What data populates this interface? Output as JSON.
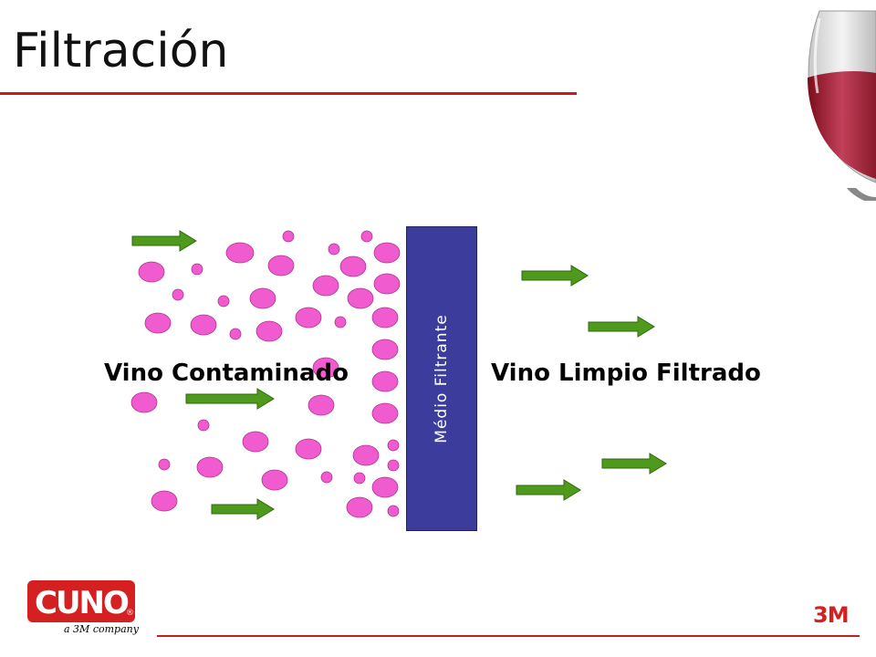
{
  "title": "Filtración",
  "diagram": {
    "left_label": "Vino Contaminado",
    "right_label": "Vino Limpio Filtrado",
    "filter_label": "Médio Filtrante",
    "colors": {
      "particle": "#f05cd0",
      "arrow": "#4f9a1c",
      "filter": "#3c3c9c",
      "accent_rule": "#d01818"
    }
  },
  "footer": {
    "cuno_logo": "CUNO",
    "cuno_registered": "®",
    "cuno_tagline": "a 3M company",
    "mmm_logo": "3M"
  },
  "icons": {
    "wine_glass": "wine-glass-icon"
  }
}
